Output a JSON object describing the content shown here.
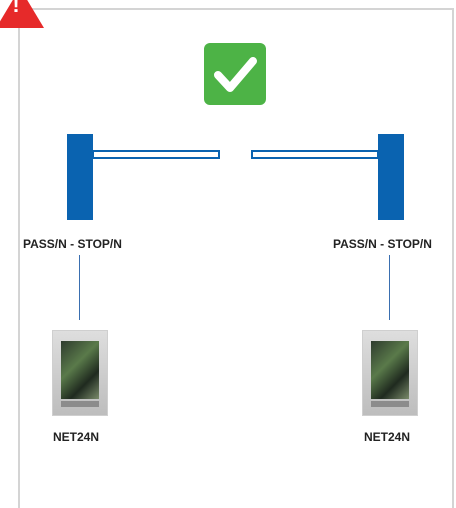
{
  "warning": {
    "symbol": "!",
    "color": "#e62a2a",
    "icon": "warning-triangle-icon"
  },
  "status": {
    "icon": "checkmark-icon",
    "color": "#4db346"
  },
  "barriers": [
    {
      "label": "PASS/N - STOP/N",
      "device_label": "NET24N"
    },
    {
      "label": "PASS/N - STOP/N",
      "device_label": "NET24N"
    }
  ],
  "colors": {
    "barrier": "#0a63b0",
    "wire": "#3a6fb0"
  }
}
